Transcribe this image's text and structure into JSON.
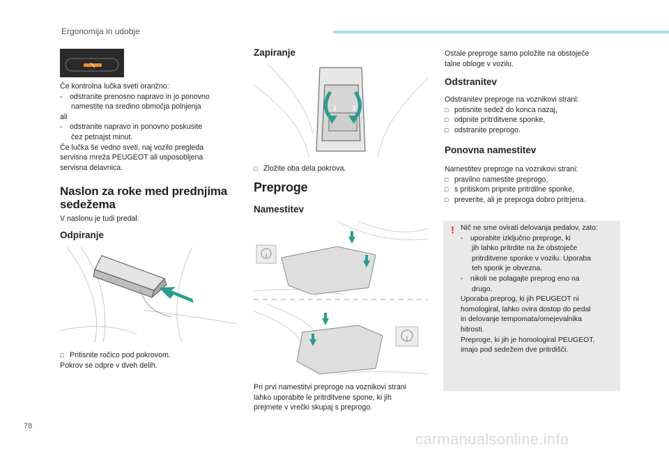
{
  "header": {
    "section": "Ergonomija in udobje"
  },
  "footer": {
    "page_number": "78",
    "watermark": "carmanualsonline.info"
  },
  "col1": {
    "intro_lines": [
      "Če kontrolna lučka sveti oranžno:",
      "odstranite prenosno napravo in jo ponovno",
      "namestite na sredino območja polnjenja",
      "ali",
      "odstranite napravo in ponovno poskusite",
      "čez petnajst minut.",
      "Če lučka še vedno sveti, naj vozilo pregleda",
      "servisna mreža PEUGEOT ali usposobljena",
      "servisna delavnica."
    ],
    "heading_l1": "Naslon za roke med prednjima",
    "heading_l2": "sedežema",
    "armrest_text": "V naslonu je tudi predal.",
    "open_heading": "Odpiranje",
    "open_step": "Pritisnite ročico pod pokrovom.",
    "open_after": "Pokrov se odpre v dveh delih."
  },
  "col2": {
    "close_heading": "Zapiranje",
    "close_step": "Zložite oba dela pokrova.",
    "mats_heading": "Preproge",
    "install_heading": "Namestitev",
    "install_lines": [
      "Pri prvi namestitvi preproge na voznikovi strani",
      "lahko uporabite le pritrditvene spone, ki jih",
      "prejmete v vrečki skupaj s preprogo."
    ]
  },
  "col3": {
    "other_lines": [
      "Ostale preproge samo položite na obstoječe",
      "talne obloge v vozilu."
    ],
    "remove_heading": "Odstranitev",
    "remove_intro": "Odstranitev preproge na voznikovi strani:",
    "remove_steps": [
      "potisnite sedež do konca nazaj,",
      "odpnite pritrditvene sponke,",
      "odstranite preprogo."
    ],
    "refit_heading": "Ponovna namestitev",
    "refit_intro": "Namestitev preproge na voznikovi strani:",
    "refit_steps": [
      "pravilno namestite preprogo,",
      "s pritiskom pripnite pritrdilne sponke,",
      "preverite, ali je preproga dobro pritrjena."
    ]
  },
  "warning": {
    "mark": "!",
    "lines": [
      "Nič ne sme ovirati delovanja pedalov, zato:",
      "uporabite izključno preproge, ki",
      "jih lahko pritrdite na že obstoječe",
      "pritrditvene sponke v vozilu. Uporaba",
      "teh sponk je obvezna.",
      "nikoli ne polagajte preprog eno na",
      "drugo.",
      "Uporaba preprog, ki jih PEUGEOT ni",
      "homologiral, lahko ovira dostop do pedal",
      "in delovanje tempomata/omejevalnika",
      "hitrosti.",
      "Preproge, ki jih je homologiral PEUGEOT,",
      "imajo pod sedežem dve pritrdišči."
    ]
  },
  "figures": {
    "close_marker_1": "1",
    "close_marker_2": "2"
  },
  "colors": {
    "accent": "#a9dfe3",
    "teal": "#2a9d8f",
    "warning": "#e63122",
    "panel": "#e9e9e9"
  }
}
